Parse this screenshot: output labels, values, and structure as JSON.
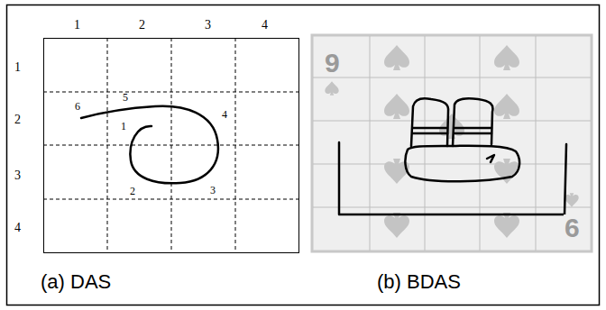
{
  "diagram": {
    "labels": [
      "1",
      "2",
      "3",
      "4",
      "1",
      "2",
      "3",
      "4",
      "1",
      "2",
      "3",
      "4",
      "5",
      "6",
      "9",
      "6",
      "(a) DAS",
      "(b) BDAS"
    ]
  }
}
